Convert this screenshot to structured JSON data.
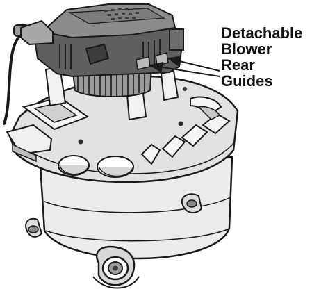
{
  "callout": {
    "lines": [
      "Detachable",
      "Blower",
      "Rear",
      "Guides"
    ]
  },
  "colors": {
    "outline": "#1a1a1a",
    "body_fill": "#e6e6e6",
    "blower_top": "#8c8c8c",
    "blower_side": "#5f5f5f",
    "blower_dark": "#3c3c3c",
    "motor_ring": "#9a9a9a",
    "accent_dark": "#2a2a2a"
  },
  "icons": {
    "product": "wet-dry-vac-with-detachable-blower",
    "callout_pointer": "arrow-pointer"
  }
}
